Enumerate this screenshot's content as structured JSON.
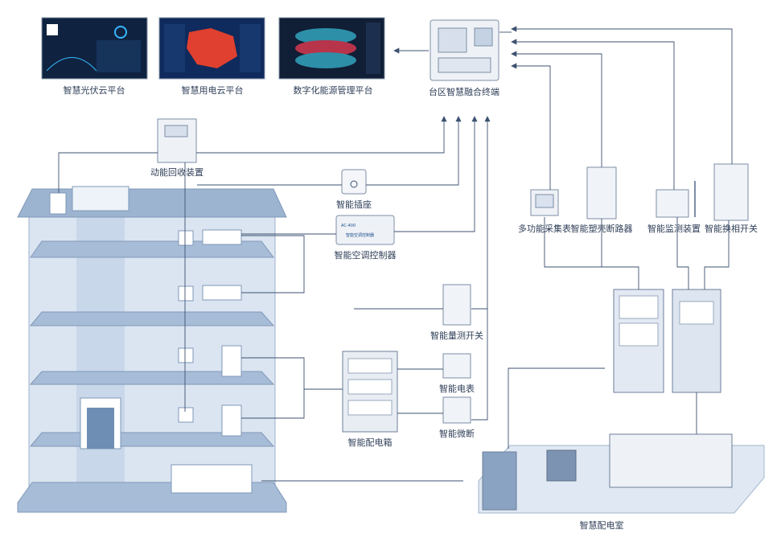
{
  "platforms": [
    {
      "label": "智慧光伏云平台"
    },
    {
      "label": "智慧用电云平台"
    },
    {
      "label": "数字化能源管理平台"
    }
  ],
  "terminal": {
    "label": "台区智慧融合终端"
  },
  "building_devices": {
    "energy_recovery": "动能回收装置",
    "smart_socket": "智能插座",
    "ac_controller": "智能空调控制器",
    "ac_controller_model": "AC-400",
    "ac_controller_caption": "智能空调控制器",
    "measure_switch": "智能量测开关",
    "smart_meter": "智能电表",
    "smart_breaker": "智能微断",
    "distribution_box": "智能配电箱"
  },
  "field_devices": {
    "multi_meter": "多功能采集表",
    "mccb": "智能塑壳断路器",
    "monitor": "智能监测装置",
    "phase_switch": "智能换相开关"
  },
  "power_room": {
    "label": "智慧配电室"
  },
  "colors": {
    "line": "#6c7f99",
    "building": "#8aa3c3",
    "building_light": "#cdd9ea",
    "screen_dark": "#0f2340",
    "accent": "#1f4e8c"
  }
}
